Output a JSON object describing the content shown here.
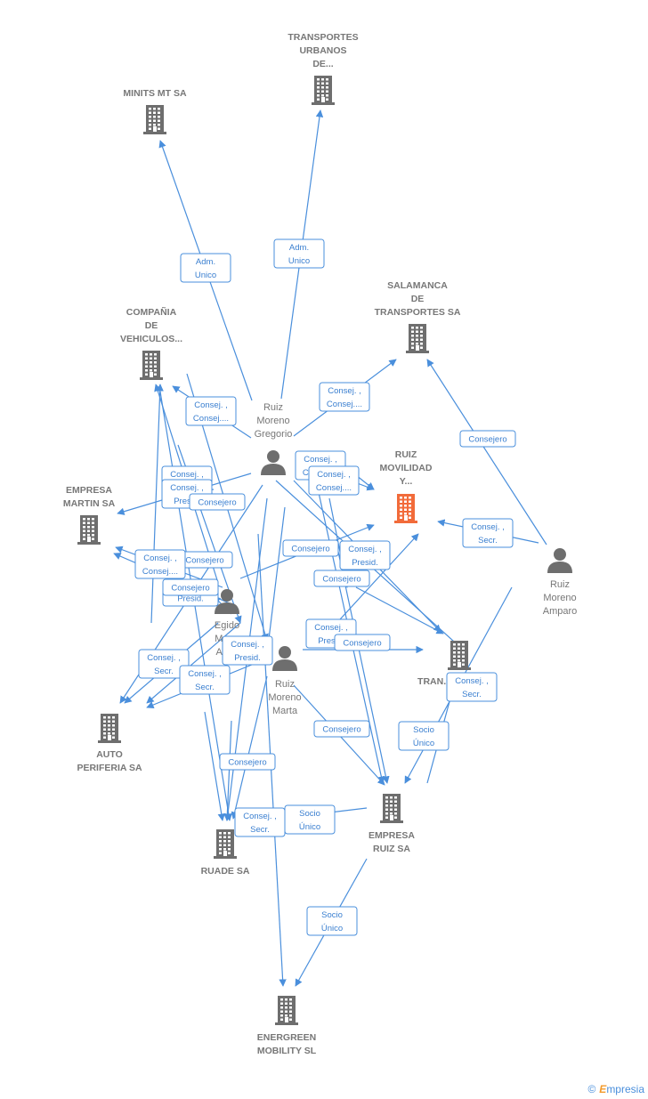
{
  "colors": {
    "edge": "#4a8fdc",
    "node": "#6e6e6e",
    "highlight": "#f26b3a"
  },
  "brand": {
    "copyright": "©",
    "name_first": "E",
    "name_rest": "mpresia"
  },
  "nodes": [
    {
      "id": "transportes_urbanos",
      "type": "company",
      "lines": [
        "TRANSPORTES",
        "URBANOS",
        "DE..."
      ],
      "icon": "building-icon"
    },
    {
      "id": "minits",
      "type": "company",
      "lines": [
        "MINITS MT SA"
      ],
      "icon": "building-icon"
    },
    {
      "id": "salamanca",
      "type": "company",
      "lines": [
        "SALAMANCA",
        "DE",
        "TRANSPORTES SA"
      ],
      "icon": "building-icon"
    },
    {
      "id": "compania",
      "type": "company",
      "lines": [
        "COMPAÑIA",
        "DE",
        "VEHICULOS..."
      ],
      "icon": "building-icon"
    },
    {
      "id": "ruiz_movilidad",
      "type": "company",
      "highlight": true,
      "lines": [
        "RUIZ",
        "MOVILIDAD",
        "Y..."
      ],
      "icon": "building-icon"
    },
    {
      "id": "empresa_martin",
      "type": "company",
      "lines": [
        "EMPRESA",
        "MARTIN SA"
      ],
      "icon": "building-icon"
    },
    {
      "id": "tran",
      "type": "company",
      "lines": [
        "TRAN..."
      ],
      "icon": "building-icon"
    },
    {
      "id": "auto_periferia",
      "type": "company",
      "lines": [
        "AUTO",
        "PERIFERIA SA"
      ],
      "icon": "building-icon"
    },
    {
      "id": "empresa_ruiz",
      "type": "company",
      "lines": [
        "EMPRESA",
        "RUIZ SA"
      ],
      "icon": "building-icon"
    },
    {
      "id": "ruade",
      "type": "company",
      "lines": [
        "RUADE SA"
      ],
      "icon": "building-icon"
    },
    {
      "id": "energreen",
      "type": "company",
      "lines": [
        "ENERGREEN",
        "MOBILITY  SL"
      ],
      "icon": "building-icon"
    },
    {
      "id": "gregorio",
      "type": "person",
      "lines": [
        "Ruiz",
        "Moreno",
        "Gregorio"
      ],
      "icon": "person-icon"
    },
    {
      "id": "amparo",
      "type": "person",
      "lines": [
        "Ruiz",
        "Moreno",
        "Amparo"
      ],
      "icon": "person-icon"
    },
    {
      "id": "egido",
      "type": "person",
      "lines": [
        "Egido",
        "Mar...",
        "Alb..."
      ],
      "icon": "person-icon"
    },
    {
      "id": "marta",
      "type": "person",
      "lines": [
        "Ruiz",
        "Moreno",
        "Marta"
      ],
      "icon": "person-icon"
    }
  ],
  "edges": [
    {
      "id": "e1",
      "lines": [
        "Adm.",
        "Unico"
      ]
    },
    {
      "id": "e2",
      "lines": [
        "Adm.",
        "Unico"
      ]
    },
    {
      "id": "e3",
      "lines": [
        "Consej. ,",
        "Consej...."
      ]
    },
    {
      "id": "e4",
      "lines": [
        "Consej. ,",
        "Consej...."
      ]
    },
    {
      "id": "e5",
      "lines": [
        "Consejero"
      ]
    },
    {
      "id": "e6",
      "lines": [
        "Consej. ,",
        "Consej...."
      ]
    },
    {
      "id": "e7",
      "lines": [
        "Consej. ,",
        "Consej...."
      ]
    },
    {
      "id": "e8",
      "lines": [
        "Consej. ,",
        "Secr."
      ]
    },
    {
      "id": "e9",
      "lines": [
        "Consej. ,",
        "Presid."
      ]
    },
    {
      "id": "e10",
      "lines": [
        "Consejero"
      ]
    },
    {
      "id": "e11",
      "lines": [
        "Consej. ,",
        "Secr."
      ]
    },
    {
      "id": "e12",
      "lines": [
        "Consejero"
      ]
    },
    {
      "id": "e13",
      "lines": [
        "Consej. ,",
        "Consej...."
      ]
    },
    {
      "id": "e14",
      "lines": [
        "Consejero"
      ]
    },
    {
      "id": "e15",
      "lines": [
        "Presid."
      ]
    },
    {
      "id": "e16",
      "lines": [
        "Consej. ,",
        "Presid."
      ]
    },
    {
      "id": "e17",
      "lines": [
        "Consejero"
      ]
    },
    {
      "id": "e18",
      "lines": [
        "Consej. ,",
        "Presid."
      ]
    },
    {
      "id": "e19",
      "lines": [
        "Consejero"
      ]
    },
    {
      "id": "e20",
      "lines": [
        "Consej. ,",
        "Presid."
      ]
    },
    {
      "id": "e21",
      "lines": [
        "Consej. ,",
        "Secr."
      ]
    },
    {
      "id": "e22",
      "lines": [
        "Consejero"
      ]
    },
    {
      "id": "e23",
      "lines": [
        "Consej. ,",
        "Secr."
      ]
    },
    {
      "id": "e24",
      "lines": [
        "Consejero"
      ]
    },
    {
      "id": "e25",
      "lines": [
        "Consejero"
      ]
    },
    {
      "id": "e26",
      "lines": [
        "Socio",
        "Único"
      ]
    },
    {
      "id": "e27",
      "lines": [
        "Consej. ,",
        "Secr."
      ]
    },
    {
      "id": "e28",
      "lines": [
        "Consej. ,",
        "Secr."
      ]
    },
    {
      "id": "e29",
      "lines": [
        "Socio",
        "Único"
      ]
    },
    {
      "id": "e30",
      "lines": [
        "Socio",
        "Único"
      ]
    }
  ]
}
